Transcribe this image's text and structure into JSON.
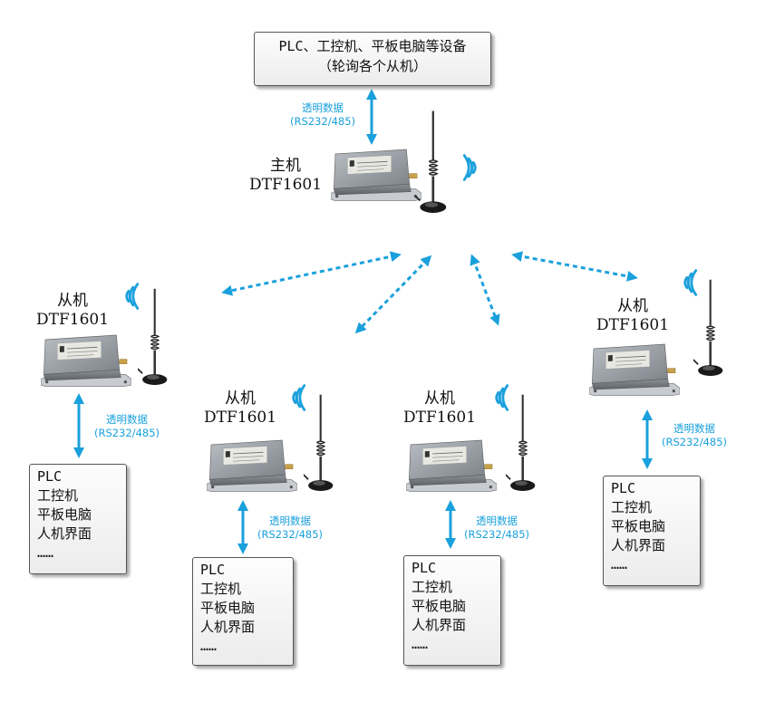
{
  "host": {
    "line1": "PLC、工控机、平板电脑等设备",
    "line2": "（轮询各个从机）"
  },
  "link_label": {
    "line1": "透明数据",
    "line2": "(RS232/485)"
  },
  "master": {
    "role": "主机",
    "model": "DTF1601"
  },
  "slaves": [
    {
      "role": "从机",
      "model": "DTF1601",
      "devices": [
        "PLC",
        "工控机",
        "平板电脑",
        "人机界面",
        "……"
      ]
    },
    {
      "role": "从机",
      "model": "DTF1601",
      "devices": [
        "PLC",
        "工控机",
        "平板电脑",
        "人机界面",
        "……"
      ]
    },
    {
      "role": "从机",
      "model": "DTF1601",
      "devices": [
        "PLC",
        "工控机",
        "平板电脑",
        "人机界面",
        "……"
      ]
    },
    {
      "role": "从机",
      "model": "DTF1601",
      "devices": [
        "PLC",
        "工控机",
        "平板电脑",
        "人机界面",
        "……"
      ]
    }
  ],
  "colors": {
    "arrow": "#1aa0dc",
    "label": "#1aa0dc",
    "module": "#8a8f94"
  }
}
